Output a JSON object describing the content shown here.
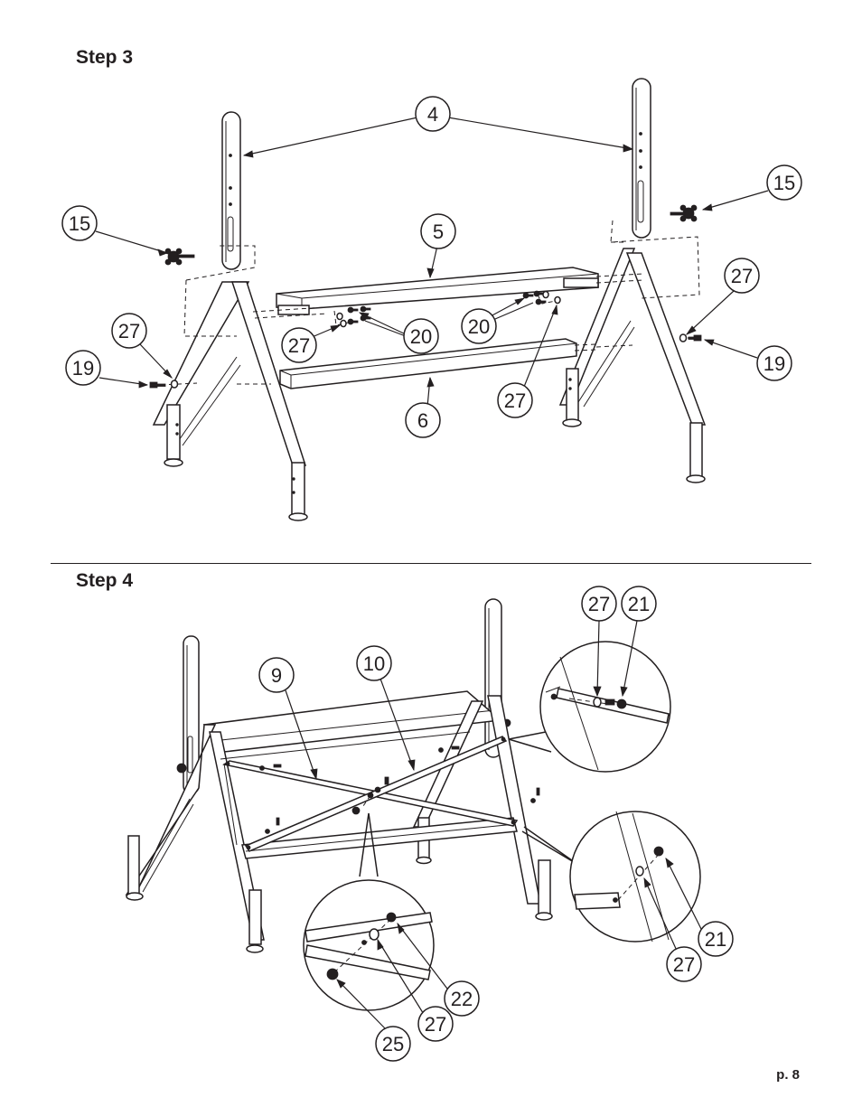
{
  "page": {
    "step3_title": "Step 3",
    "step4_title": "Step 4",
    "page_number": "p. 8"
  },
  "step3_callouts": {
    "c4": "4",
    "c5": "5",
    "c6": "6",
    "c15_left": "15",
    "c15_right": "15",
    "c27_left_upper": "27",
    "c27_left_lower": "27",
    "c27_right_upper": "27",
    "c27_right_lower": "27",
    "c19_left": "19",
    "c19_right": "19",
    "c20_left": "20",
    "c20_right": "20"
  },
  "step4_callouts": {
    "c9": "9",
    "c10": "10",
    "c27_top": "27",
    "c21_top": "21",
    "c21_right": "21",
    "c27_right": "27",
    "c22": "22",
    "c27_bottom": "27",
    "c25": "25"
  }
}
